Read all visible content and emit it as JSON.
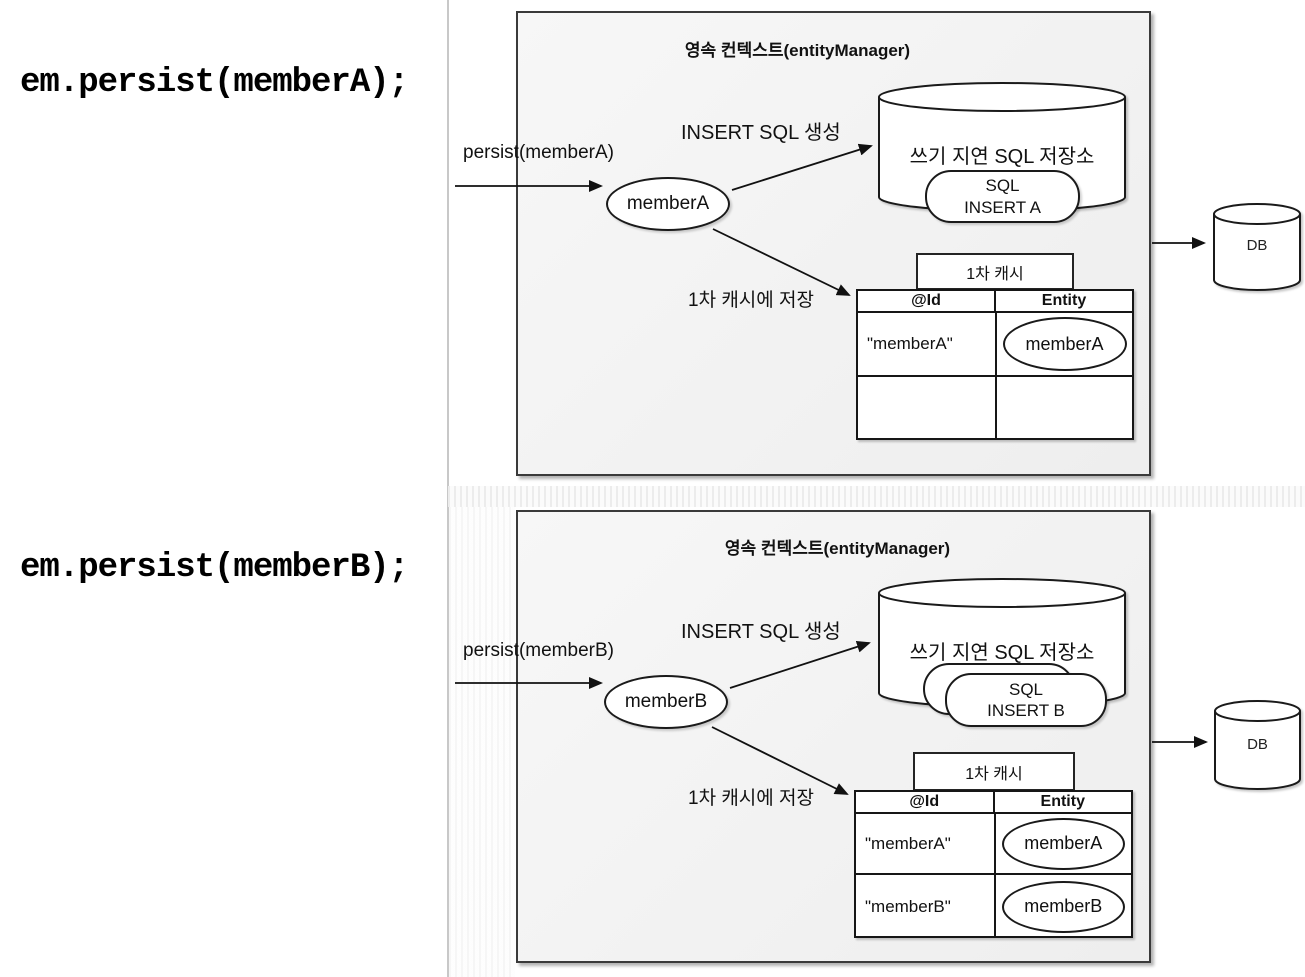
{
  "code": {
    "a": "em.persist(memberA);",
    "b": "em.persist(memberB);"
  },
  "d1": {
    "title": "영속 컨텍스트(entityManager)",
    "persist_label": "persist(memberA)",
    "insert_sql_label": "INSERT SQL 생성",
    "entity_name": "memberA",
    "storage_label": "쓰기 지연 SQL 저장소",
    "sql_line1": "SQL",
    "sql_line2": "INSERT A",
    "cache_tab": "1차 캐시",
    "cache_save_label": "1차 캐시에 저장",
    "cache_table": {
      "headers": [
        "@Id",
        "Entity"
      ],
      "rows": [
        [
          "\"memberA\"",
          "memberA"
        ],
        [
          "",
          ""
        ]
      ]
    },
    "db": "DB"
  },
  "d2": {
    "title": "영속 컨텍스트(entityManager)",
    "persist_label": "persist(memberB)",
    "insert_sql_label": "INSERT SQL 생성",
    "entity_name": "memberB",
    "storage_label": "쓰기 지연 SQL 저장소",
    "sql_line1": "SQL",
    "sql_line2": "INSERT B",
    "cache_tab": "1차 캐시",
    "cache_save_label": "1차 캐시에 저장",
    "cache_table": {
      "headers": [
        "@Id",
        "Entity"
      ],
      "rows": [
        [
          "\"memberA\"",
          "memberA"
        ],
        [
          "\"memberB\"",
          "memberB"
        ]
      ]
    },
    "db": "DB"
  },
  "colors": {
    "box_border": "#3a3a3a",
    "line": "#111111",
    "divider": "#c8c8c8",
    "box_fill": "#f1f1f1"
  }
}
